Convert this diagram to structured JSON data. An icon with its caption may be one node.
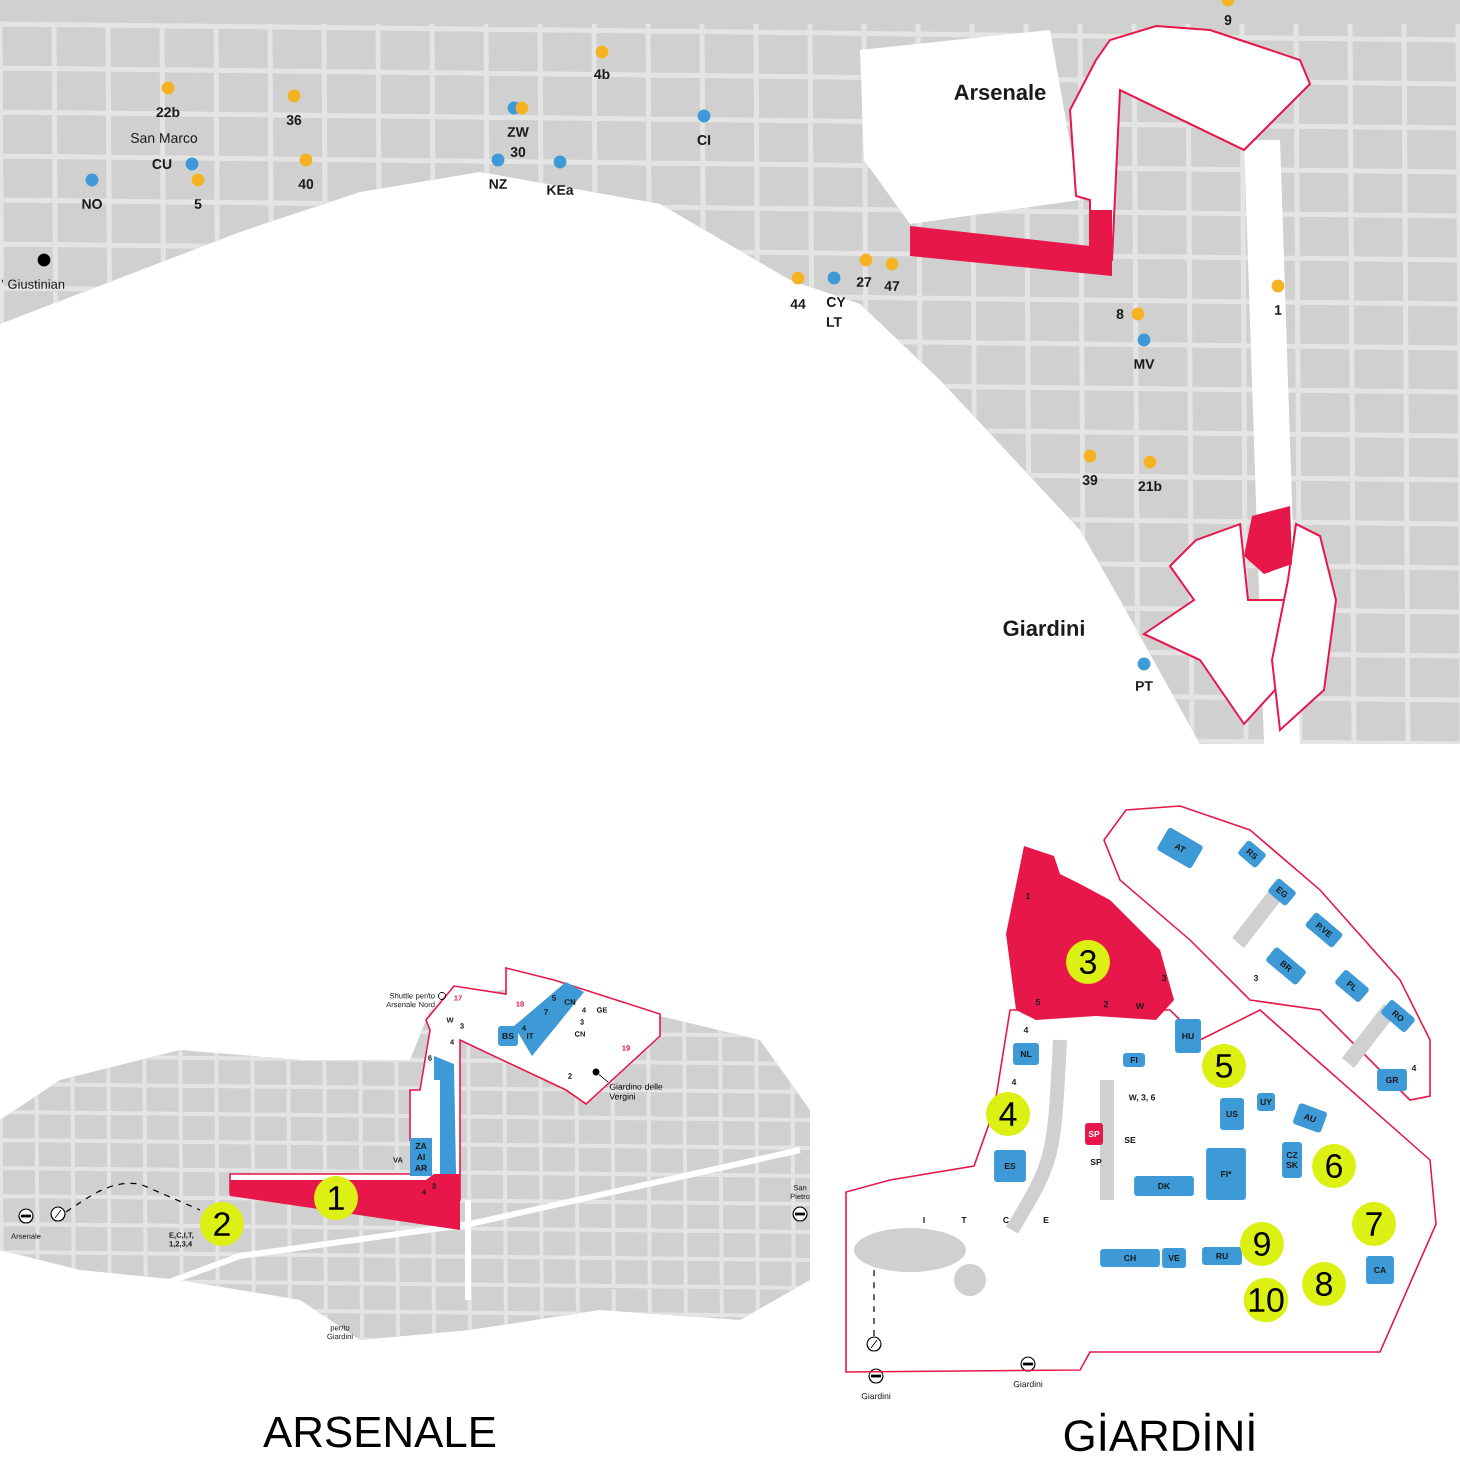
{
  "diagram": {
    "nodes": [
      {
        "text": [
          "1"
        ]
      },
      {
        "text": [
          "2"
        ],
        "beside": [
          "E,C,I,T, 1,2,3,4"
        ]
      },
      {
        "text": [
          "ZA",
          "AI",
          "AR"
        ]
      },
      {
        "text": [
          "BS"
        ]
      },
      {
        "text": [
          "5",
          "7",
          "CN",
          "IT"
        ]
      },
      {
        "text": [
          "Giardino delle Vergini"
        ]
      },
      {
        "text": [
          "1",
          "3",
          "5",
          "2",
          "W"
        ]
      },
      {
        "text": [
          "3"
        ],
        "in": 6
      },
      {
        "text": [
          "AT"
        ]
      },
      {
        "text": [
          "RS"
        ]
      },
      {
        "text": [
          "EG"
        ]
      },
      {
        "text": [
          "P.VE"
        ]
      },
      {
        "text": [
          "BR"
        ]
      },
      {
        "text": [
          "PL"
        ]
      },
      {
        "text": [
          "RO"
        ]
      },
      {
        "text": [
          "GR"
        ],
        "beside": [
          "4"
        ]
      },
      {
        "text": [
          "HU"
        ]
      },
      {
        "text": [
          "NL"
        ]
      },
      {
        "text": [
          "FI"
        ]
      },
      {
        "text": [
          "ES"
        ]
      },
      {
        "text": [
          "US"
        ]
      },
      {
        "text": [
          "UY"
        ]
      },
      {
        "text": [
          "AU"
        ]
      },
      {
        "text": [
          "CZ",
          "SK"
        ]
      },
      {
        "text": [
          "FI*"
        ]
      },
      {
        "text": [
          "DK"
        ]
      },
      {
        "text": [
          "SP"
        ]
      },
      {
        "text": [
          "CH"
        ]
      },
      {
        "text": [
          "VE"
        ]
      },
      {
        "text": [
          "RU"
        ]
      },
      {
        "text": [
          "CA"
        ]
      },
      {
        "text": [
          "4"
        ]
      },
      {
        "text": [
          "5"
        ]
      },
      {
        "text": [
          "6"
        ]
      },
      {
        "text": [
          "7"
        ]
      },
      {
        "text": [
          "8"
        ]
      },
      {
        "text": [
          "9"
        ]
      },
      {
        "text": [
          "10"
        ]
      },
      {
        "text": [],
        "shape": "circle"
      }
    ],
    "edges": [
      {
        "from": 5,
        "to": 38,
        "arrow": "none"
      }
    ],
    "labels": [
      "9",
      "22b",
      "36",
      "4b",
      "ZW",
      "30",
      "San Marco",
      "CU",
      "NO",
      "5",
      "40",
      "NZ",
      "KEa",
      "CI",
      "Arsenale",
      "’ Giustinian",
      "44",
      "CY",
      "27",
      "47",
      "LT",
      "8",
      "1",
      "MV",
      "39",
      "21b",
      "Giardini",
      "PT",
      "Shuttle per/to Arsenale Nord",
      "17",
      "18",
      "W",
      "3",
      "4",
      "GE",
      "3",
      "CN",
      "4",
      "4",
      "6",
      "19",
      "2",
      "VA",
      "4",
      "3",
      "Arsenale",
      "San Pietro",
      "per/to Giardini",
      "ARSENALE",
      "3",
      "4",
      "4",
      "W, 3, 6",
      "SE",
      "SP",
      "I",
      "T",
      "C",
      "E",
      "Giardini",
      "Giardini",
      "GİARDİNİ"
    ]
  }
}
